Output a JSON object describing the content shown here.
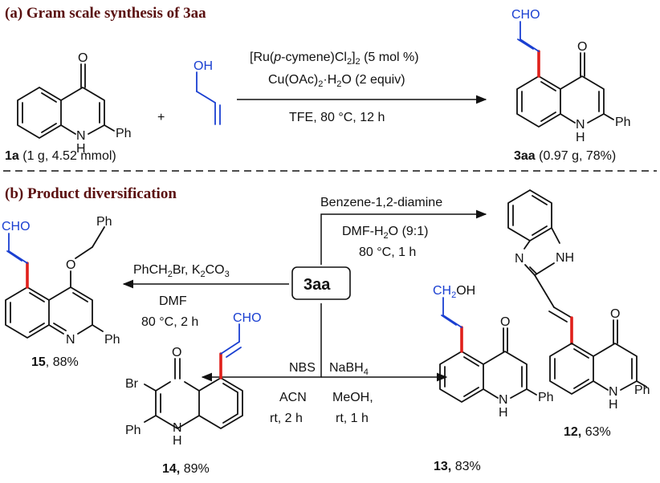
{
  "section_a": {
    "label": "(a) Gram scale synthesis of 3aa"
  },
  "section_b": {
    "label": "(b) Product diversification"
  },
  "atoms": {
    "O": "O",
    "H": "H",
    "N": "N",
    "Ph": "Ph",
    "OH": "OH",
    "CHO": "CHO",
    "CH2OH_a": "CH",
    "CH2OH_b": "2",
    "CH2OH_c": "OH",
    "Br": "Br",
    "NH": "NH"
  },
  "reaction_a": {
    "plus": "+",
    "cond1_a": "[Ru(",
    "cond1_b": "p",
    "cond1_c": "-cymene)Cl",
    "cond1_d": "2",
    "cond1_e": "]",
    "cond1_f": "2",
    "cond1_g": " (5 mol %)",
    "cond2_a": "Cu(OAc)",
    "cond2_b": "2",
    "cond2_c": "·H",
    "cond2_d": "2",
    "cond2_e": "O (2 equiv)",
    "cond3": "TFE, 80 °C, 12 h",
    "reactant_id": "1a",
    "reactant_amount": " (1 g, 4.52 mmol)",
    "product_id": "3aa",
    "product_amount": " (0.97 g, 78%)"
  },
  "center": {
    "label": "3aa"
  },
  "routes": {
    "r12": {
      "reagent": "Benzene-1,2-diamine",
      "solvent": "DMF-H",
      "solvent_sub": "2",
      "solvent_end": "O (9:1)",
      "cond": "80 °C, 1 h",
      "id": "12,",
      "yield": " 63%"
    },
    "r15": {
      "reagent_a": "PhCH",
      "reagent_b": "2",
      "reagent_c": "Br, K",
      "reagent_d": "2",
      "reagent_e": "CO",
      "reagent_f": "3",
      "solvent": "DMF",
      "cond": "80 °C, 2 h",
      "id": "15",
      "yield": ", 88%"
    },
    "r14": {
      "reagent": "NBS",
      "solvent": "ACN",
      "cond": "rt, 2 h",
      "id": "14,",
      "yield": " 89%"
    },
    "r13": {
      "reagent_a": "NaBH",
      "reagent_b": "4",
      "solvent": "MeOH,",
      "cond": "rt, 1 h",
      "id": "13,",
      "yield": " 83%"
    }
  }
}
